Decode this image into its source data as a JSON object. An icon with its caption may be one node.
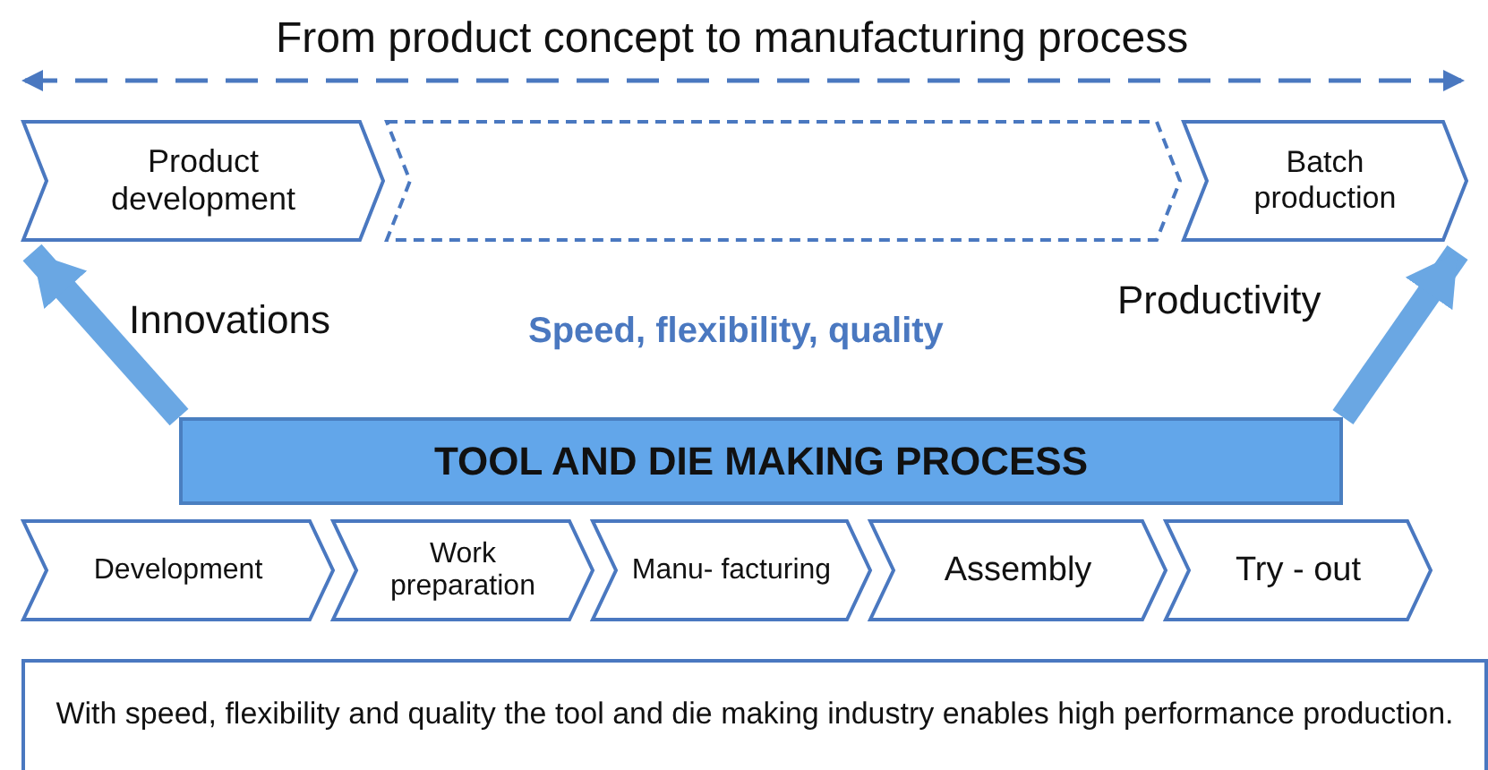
{
  "diagram": {
    "nodes": [
      {
        "text": [
          "Product development"
        ]
      },
      {
        "text": [],
        "shape": "chevron"
      },
      {
        "text": [
          "Batch production"
        ]
      },
      {
        "text": [
          "TOOL AND DIE MAKING PROCESS"
        ]
      },
      {
        "text": [
          "Development"
        ]
      },
      {
        "text": [
          "Work preparation"
        ]
      },
      {
        "text": [
          "Manu- facturing"
        ]
      },
      {
        "text": [
          "Assembly"
        ]
      },
      {
        "text": [
          "Try - out"
        ]
      },
      {
        "text": [
          "With speed, flexibility and quality the tool and die making industry enables high performance production."
        ]
      }
    ],
    "edges": [
      {
        "from": 3,
        "to": 0,
        "arrow": "to",
        "label": "Innovations"
      },
      {
        "from": 3,
        "to": 2,
        "arrow": "to",
        "label": "Productivity"
      }
    ],
    "labels": [
      "From product concept to manufacturing process",
      "Speed, flexibility, quality"
    ]
  }
}
